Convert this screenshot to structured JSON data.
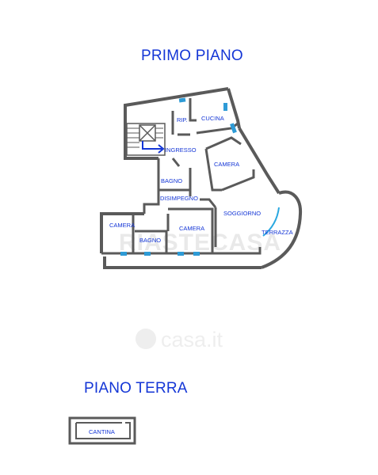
{
  "floors": {
    "first": {
      "title": "PRIMO PIANO",
      "rooms": {
        "rip": "RIP.",
        "cucina": "CUCINA",
        "ingresso": "INGRESSO",
        "camera_1": "CAMERA",
        "bagno_1": "BAGNO",
        "disimpegno": "DISIMPEGNO",
        "soggiorno": "SOGGIORNO",
        "camera_2": "CAMERA",
        "camera_3": "CAMERA",
        "bagno_2": "BAGNO",
        "terrazza": "TERRAZZA"
      }
    },
    "ground": {
      "title": "PIANO TERRA",
      "rooms": {
        "cantina": "CANTINA"
      }
    }
  },
  "watermarks": {
    "agency": "RIASTECASA",
    "portal": "casa.it"
  },
  "colors": {
    "wall": "#5a5a5a",
    "label": "#1436d6",
    "window": "#2e9bd6",
    "terrace_edge": "#2aa8e0"
  }
}
